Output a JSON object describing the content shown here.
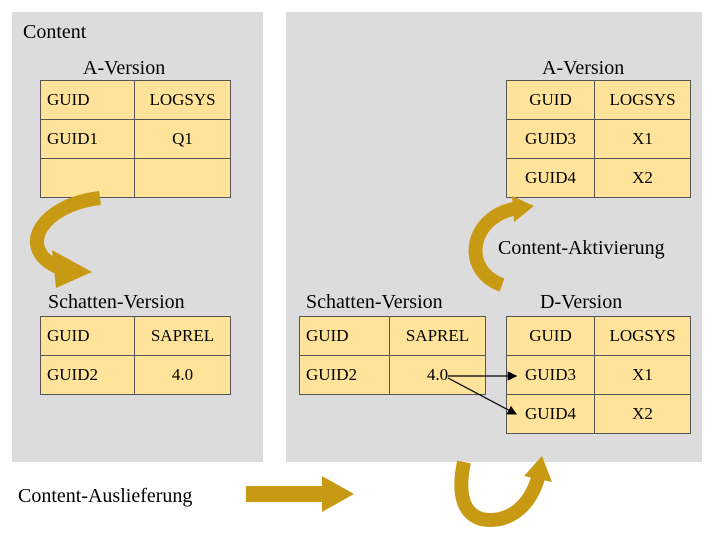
{
  "colors": {
    "panel": "#dcdcdc",
    "table_fill": "#ffe39a",
    "arrow_gold": "#c89a14"
  },
  "left_panel": {
    "title": "Content",
    "a_version": {
      "heading": "A-Version",
      "headers": [
        "GUID",
        "LOGSYS"
      ],
      "rows": [
        [
          "GUID1",
          "Q1"
        ],
        [
          "",
          ""
        ]
      ]
    },
    "shadow_version": {
      "heading": "Schatten-Version",
      "headers": [
        "GUID",
        "SAPREL"
      ],
      "rows": [
        [
          "GUID2",
          "4.0"
        ]
      ]
    }
  },
  "right_panel": {
    "a_version": {
      "heading": "A-Version",
      "headers": [
        "GUID",
        "LOGSYS"
      ],
      "rows": [
        [
          "GUID3",
          "X1"
        ],
        [
          "GUID4",
          "X2"
        ]
      ]
    },
    "activation_label": "Content-Aktivierung",
    "shadow_version": {
      "heading": "Schatten-Version",
      "headers": [
        "GUID",
        "SAPREL"
      ],
      "rows": [
        [
          "GUID2",
          "4.0"
        ]
      ]
    },
    "d_version": {
      "heading": "D-Version",
      "headers": [
        "GUID",
        "LOGSYS"
      ],
      "rows": [
        [
          "GUID3",
          "X1"
        ],
        [
          "GUID4",
          "X2"
        ]
      ]
    }
  },
  "delivery_label": "Content-Auslieferung"
}
